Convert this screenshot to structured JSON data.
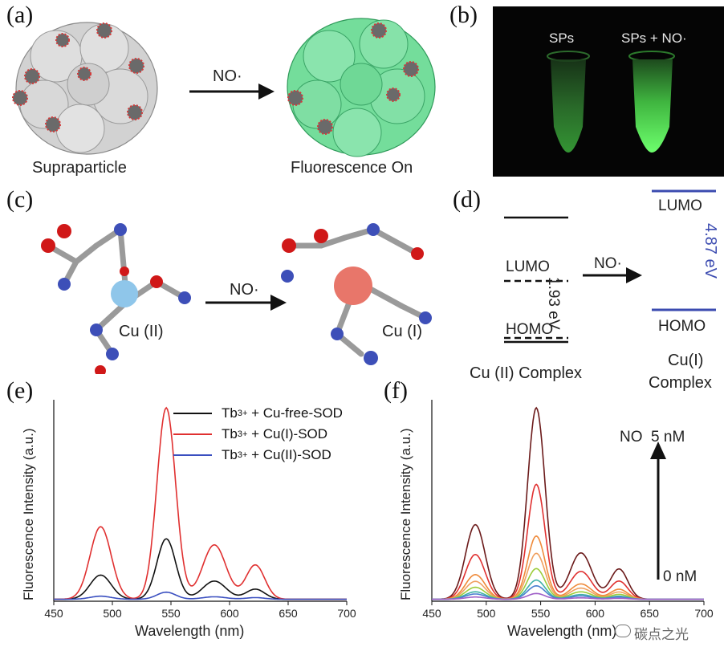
{
  "panels": {
    "a": {
      "label": "(a)",
      "arrow_label": "NO·",
      "left_caption": "Supraparticle",
      "right_caption": "Fluorescence On",
      "colors": {
        "gray_particle": "#c8c8c8",
        "green_particle": "#5fd38a",
        "dots": "#d43b3b"
      }
    },
    "b": {
      "label": "(b)",
      "tube1_label": "SPs",
      "tube2_label": "SPs + NO·",
      "colors": {
        "background": "#050505",
        "glow": "#5bff5b"
      }
    },
    "c": {
      "label": "(c)",
      "arrow_label": "NO·",
      "left_label": "Cu (II)",
      "right_label": "Cu (I)",
      "colors": {
        "cu2": "#8fc6ea",
        "cu1": "#e8766a",
        "oxygen": "#d01818",
        "nitrogen": "#3d4fb8",
        "carbon": "#808080"
      }
    },
    "d": {
      "label": "(d)",
      "left_lumo": "LUMO",
      "left_homo": "HOMO",
      "left_gap": "1.93 eV",
      "left_caption": "Cu (II) Complex",
      "arrow_label": "NO·",
      "right_lumo": "LUMO",
      "right_homo": "HOMO",
      "right_gap": "4.87 eV",
      "right_caption_line1": "Cu(I)",
      "right_caption_line2": "Complex",
      "colors": {
        "right_levels": "#3b4bb0"
      }
    },
    "e": {
      "label": "(e)",
      "ylabel": "Fluorescence Intensity (a.u.)",
      "xlabel": "Wavelength (nm)",
      "legend": [
        {
          "text_pre": "Tb",
          "sup": "3+",
          "text_post": " + Cu-free-SOD",
          "color": "#111111"
        },
        {
          "text_pre": "Tb",
          "sup": "3+",
          "text_post": " + Cu(I)-SOD",
          "color": "#e03030"
        },
        {
          "text_pre": "Tb",
          "sup": "3+",
          "text_post": " + Cu(II)-SOD",
          "color": "#3a4fc0"
        }
      ],
      "x_ticks": [
        "450",
        "500",
        "550",
        "600",
        "650",
        "700"
      ]
    },
    "f": {
      "label": "(f)",
      "ylabel": "Fluorescence Intensity (a.u.)",
      "xlabel": "Wavelength (nm)",
      "arrow_top_label": "NO  5 nM",
      "arrow_bottom_label": "0 nM",
      "x_ticks": [
        "450",
        "500",
        "550",
        "600",
        "650",
        "700"
      ],
      "watermark": "碳点之光"
    }
  },
  "chart_data": [
    {
      "type": "line",
      "xlabel": "Wavelength (nm)",
      "ylabel": "Fluorescence Intensity (a.u.)",
      "xlim": [
        450,
        700
      ],
      "ylim": [
        0,
        1.0
      ],
      "grid": false,
      "legend_position": "top-right",
      "series": [
        {
          "name": "Tb3+ + Cu-free-SOD",
          "color": "#111111",
          "peaks": [
            [
              490,
              0.12
            ],
            [
              546,
              0.3
            ],
            [
              587,
              0.09
            ],
            [
              622,
              0.05
            ]
          ]
        },
        {
          "name": "Tb3+ + Cu(I)-SOD",
          "color": "#e03030",
          "peaks": [
            [
              490,
              0.36
            ],
            [
              546,
              0.95
            ],
            [
              587,
              0.27
            ],
            [
              622,
              0.17
            ]
          ]
        },
        {
          "name": "Tb3+ + Cu(II)-SOD",
          "color": "#3a4fc0",
          "peaks": [
            [
              490,
              0.015
            ],
            [
              546,
              0.035
            ],
            [
              587,
              0.012
            ],
            [
              622,
              0.008
            ]
          ]
        }
      ]
    },
    {
      "type": "line",
      "xlabel": "Wavelength (nm)",
      "ylabel": "Fluorescence Intensity (a.u.)",
      "xlim": [
        450,
        700
      ],
      "ylim": [
        0,
        1.0
      ],
      "grid": false,
      "annotation": "NO 0 nM → 5 nM",
      "series": [
        {
          "color": "#6b1a1a",
          "scale": 1.0
        },
        {
          "color": "#e03030",
          "scale": 0.6
        },
        {
          "color": "#ef8a3a",
          "scale": 0.33
        },
        {
          "color": "#f0a060",
          "scale": 0.24
        },
        {
          "color": "#9ccc3a",
          "scale": 0.16
        },
        {
          "color": "#3fb1a8",
          "scale": 0.1
        },
        {
          "color": "#4a7fd0",
          "scale": 0.07
        },
        {
          "color": "#a060c8",
          "scale": 0.03
        }
      ],
      "peak_shape": [
        [
          490,
          0.37
        ],
        [
          546,
          0.95
        ],
        [
          587,
          0.23
        ],
        [
          622,
          0.15
        ]
      ]
    }
  ]
}
